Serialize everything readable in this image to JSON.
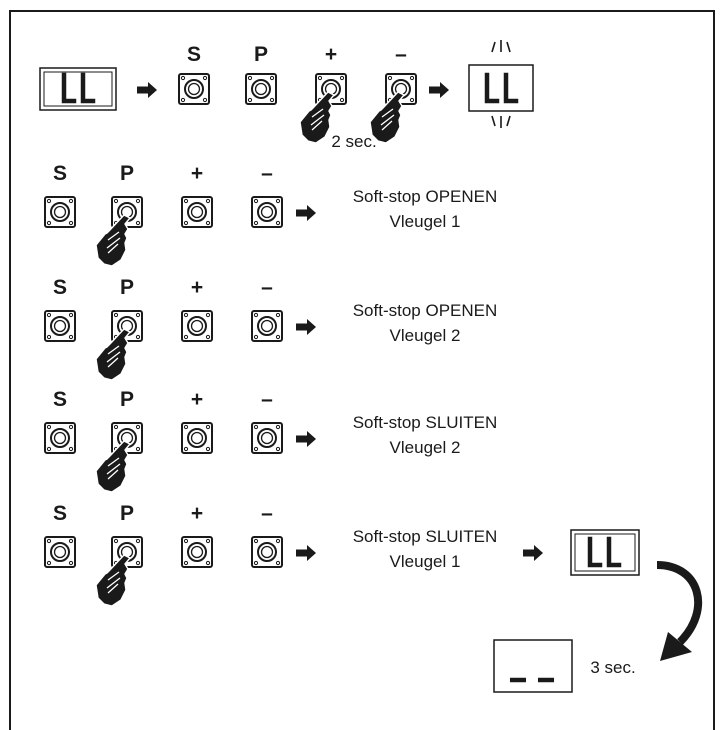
{
  "display": {
    "code": "LL",
    "blank": "--"
  },
  "buttons": {
    "s": "S",
    "p": "P",
    "plus": "+",
    "minus": "–"
  },
  "step_enter": {
    "hold_time": "2 sec."
  },
  "steps": [
    {
      "line1": "Soft-stop OPENEN",
      "line2": "Vleugel 1"
    },
    {
      "line1": "Soft-stop OPENEN",
      "line2": "Vleugel 2"
    },
    {
      "line1": "Soft-stop SLUITEN",
      "line2": "Vleugel 2"
    },
    {
      "line1": "Soft-stop SLUITEN",
      "line2": "Vleugel 1"
    }
  ],
  "exit": {
    "wait_time": "3 sec."
  }
}
